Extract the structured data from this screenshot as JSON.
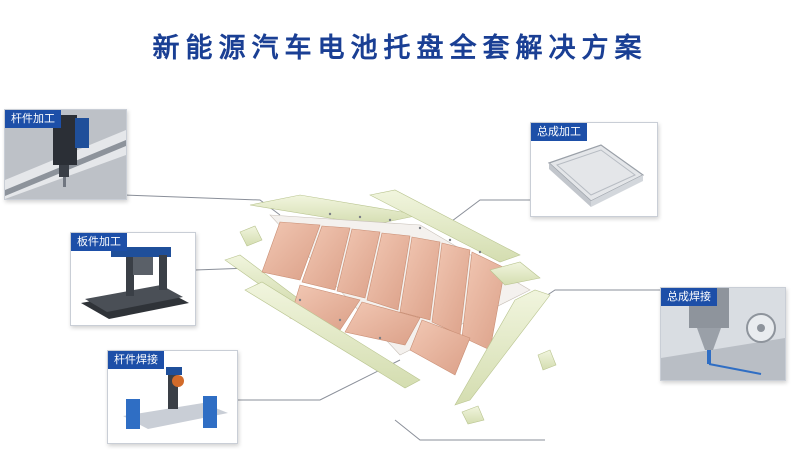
{
  "title": "新能源汽车电池托盘全套解决方案",
  "panels": {
    "rod_machining": {
      "label": "杆件加工"
    },
    "plate_machining": {
      "label": "板件加工"
    },
    "rod_welding": {
      "label": "杆件焊接"
    },
    "assembly_machining": {
      "label": "总成加工"
    },
    "assembly_welding": {
      "label": "总成焊接"
    }
  },
  "colors": {
    "title": "#1a3f94",
    "tag_bg": "#1d4fa8",
    "plate": "#e8b49d",
    "rail": "#e4ecc8"
  }
}
